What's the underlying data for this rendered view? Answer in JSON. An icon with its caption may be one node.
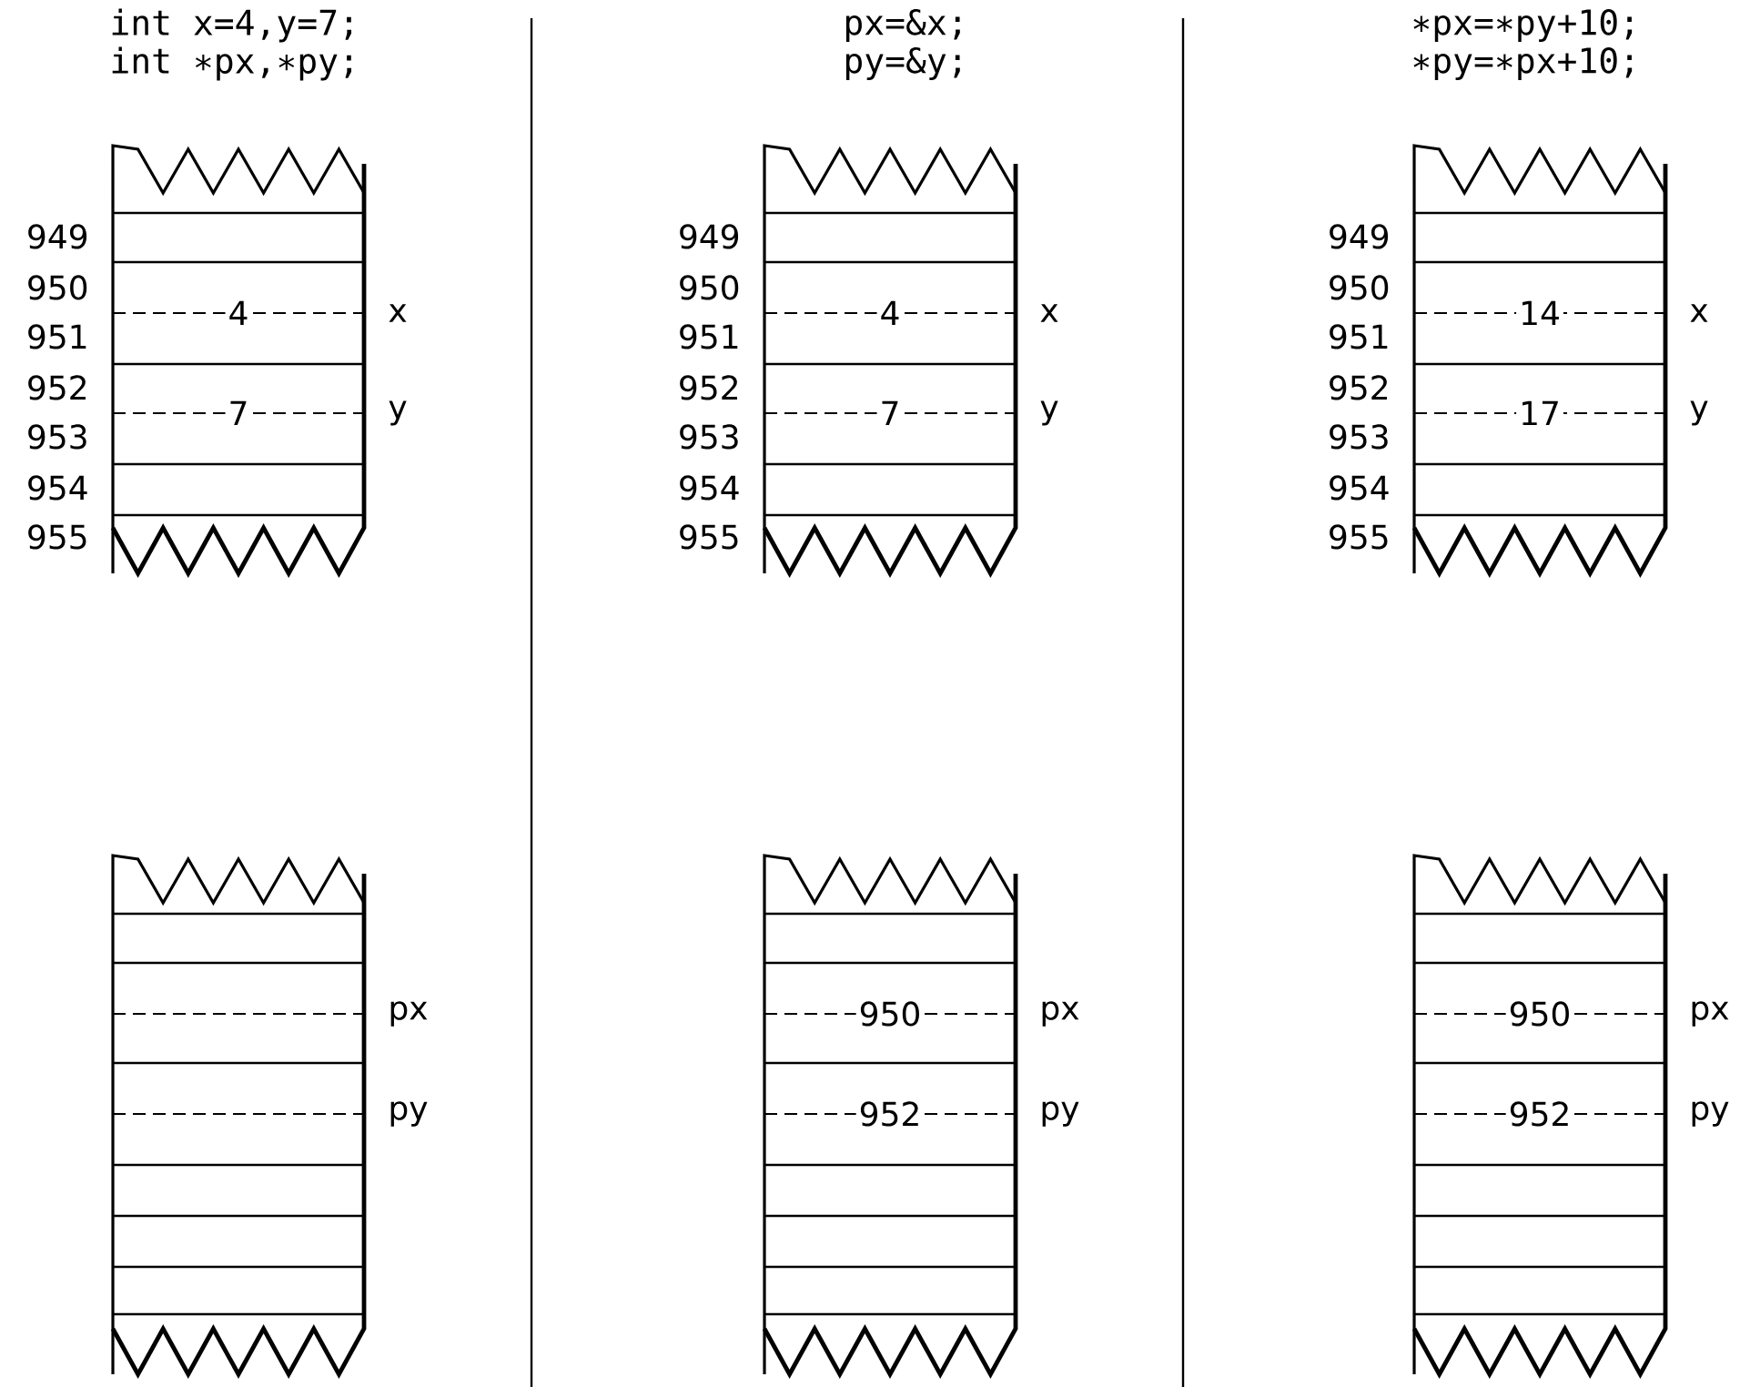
{
  "diagram": {
    "nodes": [
      {
        "text": [
          "4",
          "7"
        ],
        "beside": [
          "949",
          "950",
          "951",
          "952",
          "953",
          "954",
          "955",
          "x",
          "y"
        ]
      },
      {
        "text": [
          "4",
          "7"
        ],
        "beside": [
          "949",
          "950",
          "951",
          "952",
          "953",
          "954",
          "955",
          "x",
          "y"
        ]
      },
      {
        "text": [
          "14",
          "17"
        ],
        "beside": [
          "949",
          "950",
          "951",
          "952",
          "953",
          "954",
          "955",
          "x",
          "y"
        ]
      },
      {
        "text": [],
        "shape": "box",
        "beside": [
          "px",
          "py"
        ]
      },
      {
        "text": [
          "950",
          "952"
        ],
        "beside": [
          "px",
          "py"
        ]
      },
      {
        "text": [
          "950",
          "952"
        ],
        "beside": [
          "px",
          "py"
        ]
      }
    ],
    "labels": [
      "int x=4,y=7;",
      "int ∗px,∗py;",
      "px=&x;",
      "py=&y;",
      "∗px=∗py+10;",
      "∗py=∗px+10;"
    ]
  }
}
